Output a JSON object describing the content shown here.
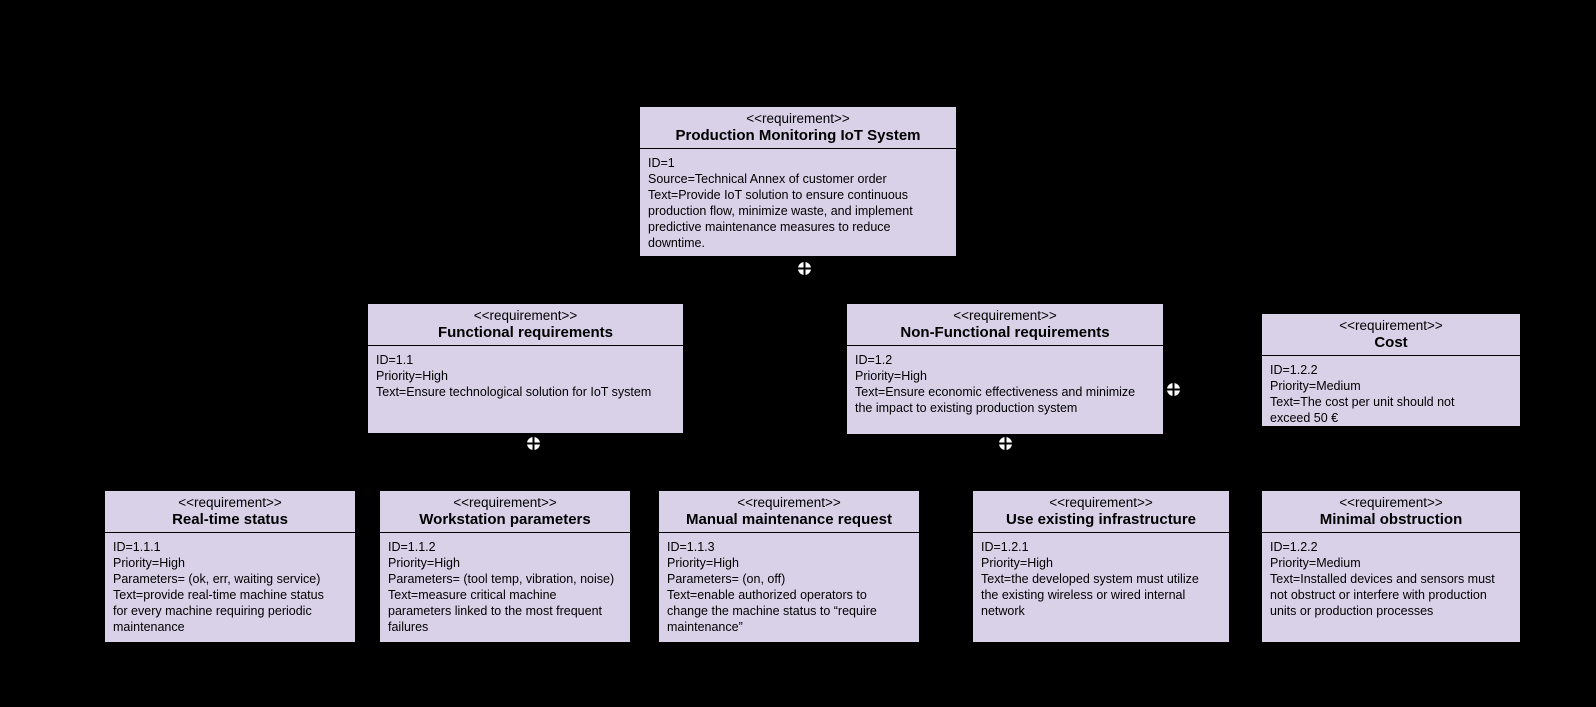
{
  "diagram": {
    "stereotype": "<<requirement>>",
    "connector_icon": {
      "name": "containment-crosshair",
      "glyph": "⊕"
    },
    "colors": {
      "background": "#000000",
      "box_fill": "#D8D1E8",
      "box_border": "#000000",
      "text": "#000000",
      "connector_fill": "#FFFFFF",
      "connector_cross": "#000000"
    },
    "boxes": [
      {
        "key": "production-monitoring-iot-system",
        "title": "Production Monitoring IoT System",
        "lines": [
          "ID=1",
          "Source=Technical Annex of customer order",
          "Text=Provide IoT solution to ensure continuous",
          "production flow, minimize waste, and implement",
          "predictive maintenance measures to reduce",
          "downtime."
        ]
      },
      {
        "key": "functional-requirements",
        "title": "Functional requirements",
        "lines": [
          "ID=1.1",
          "Priority=High",
          "Text=Ensure technological solution for IoT system"
        ]
      },
      {
        "key": "non-functional-requirements",
        "title": "Non-Functional requirements",
        "lines": [
          "ID=1.2",
          "Priority=High",
          "Text=Ensure economic effectiveness and minimize",
          "the impact to existing production system"
        ]
      },
      {
        "key": "cost",
        "title": "Cost",
        "lines": [
          "ID=1.2.2",
          "Priority=Medium",
          "Text=The cost per unit should not",
          "exceed 50 €"
        ]
      },
      {
        "key": "real-time-status",
        "title": "Real-time status",
        "lines": [
          "ID=1.1.1",
          "Priority=High",
          "Parameters= (ok, err, waiting service)",
          "Text=provide real-time machine status",
          "for every machine requiring periodic",
          "maintenance"
        ]
      },
      {
        "key": "workstation-parameters",
        "title": "Workstation parameters",
        "lines": [
          "ID=1.1.2",
          "Priority=High",
          "Parameters= (tool temp, vibration, noise)",
          "Text=measure critical machine",
          "parameters linked to the most frequent",
          "failures"
        ]
      },
      {
        "key": "manual-maintenance-request",
        "title": "Manual maintenance request",
        "lines": [
          "ID=1.1.3",
          "Priority=High",
          "Parameters= (on, off)",
          "Text=enable authorized operators to",
          "change the machine status to “require",
          "maintenance”"
        ]
      },
      {
        "key": "use-existing-infrastructure",
        "title": "Use existing infrastructure",
        "lines": [
          "ID=1.2.1",
          "Priority=High",
          "Text=the developed system must utilize",
          "the existing wireless or wired internal",
          "network"
        ]
      },
      {
        "key": "minimal-obstruction",
        "title": "Minimal obstruction",
        "lines": [
          "ID=1.2.2",
          "Priority=Medium",
          "Text=Installed devices and sensors must",
          "not obstruct or interfere with production",
          "units or production processes"
        ]
      }
    ]
  }
}
